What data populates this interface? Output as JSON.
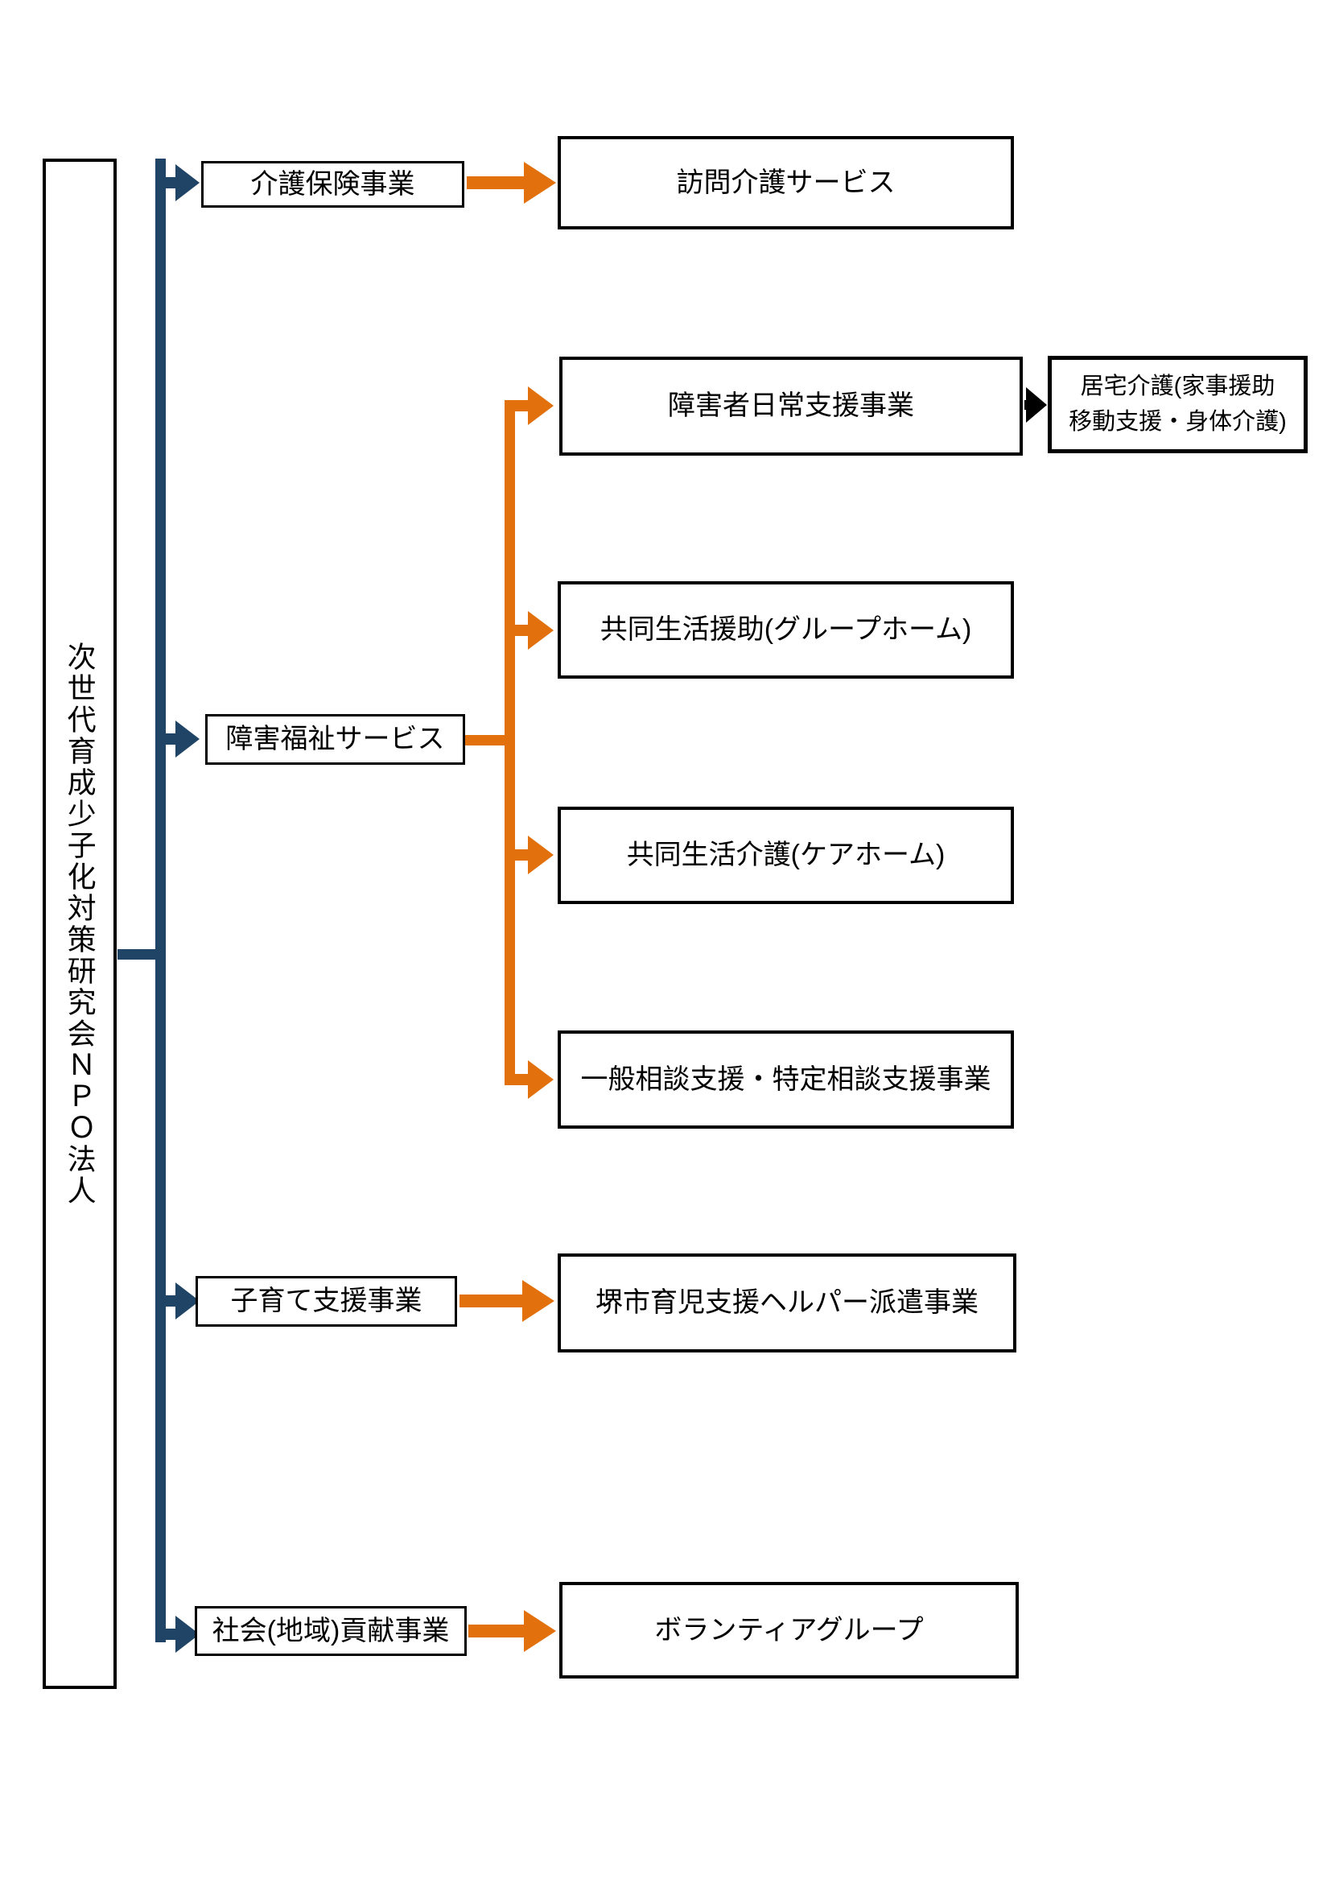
{
  "diagram": {
    "root": {
      "label": "次世代育成少子化対策研究会ＮＰＯ法人"
    },
    "branches": [
      {
        "label": "介護保険事業",
        "children": [
          {
            "label": "訪問介護サービス"
          }
        ]
      },
      {
        "label": "障害福祉サービス",
        "children": [
          {
            "label": "障害者日常支援事業",
            "children": [
              {
                "lines": [
                  "居宅介護(家事援助",
                  "移動支援・身体介護)"
                ]
              }
            ]
          },
          {
            "label": "共同生活援助(グループホーム)"
          },
          {
            "label": "共同生活介護(ケアホーム)"
          },
          {
            "label": "一般相談支援・特定相談支援事業"
          }
        ]
      },
      {
        "label": "子育て支援事業",
        "children": [
          {
            "label": "堺市育児支援ヘルパー派遣事業"
          }
        ]
      },
      {
        "label": "社会(地域)貢献事業",
        "children": [
          {
            "label": "ボランティアグループ"
          }
        ]
      }
    ]
  },
  "colors": {
    "trunk_blue": "#1f4466",
    "branch_orange": "#e2700d",
    "box_border": "#000000",
    "page_bg": "#ffffff"
  }
}
